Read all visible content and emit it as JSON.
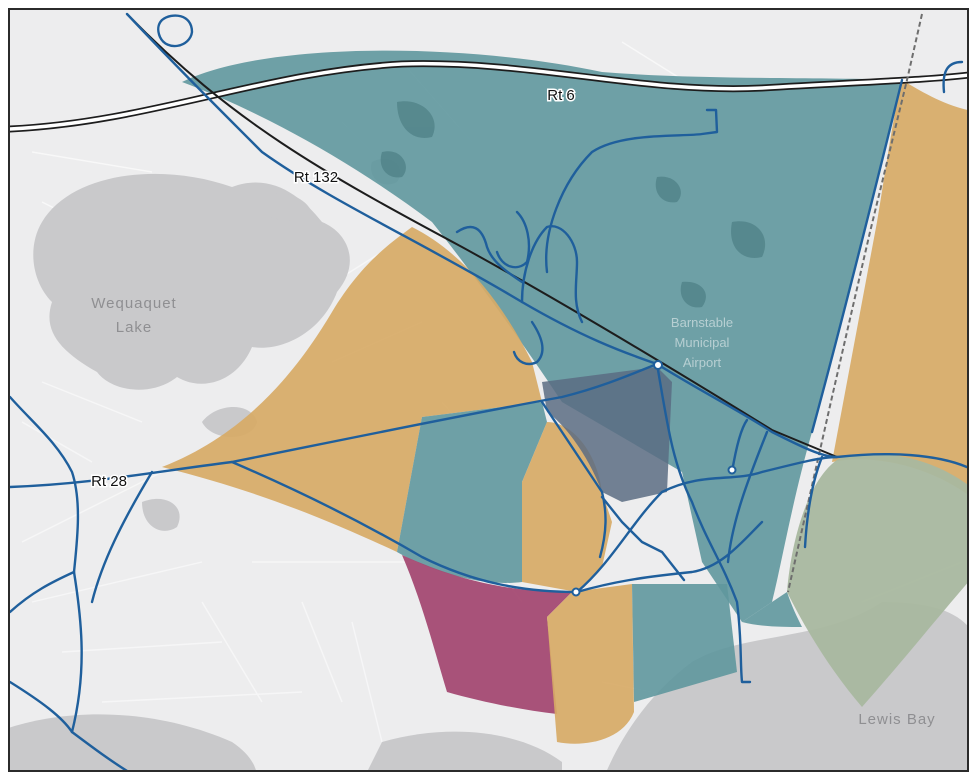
{
  "map": {
    "road_labels": {
      "rt6": "Rt 6",
      "rt132": "Rt 132",
      "rt28": "Rt 28"
    },
    "place_labels": {
      "wequaquet_line1": "Wequaquet",
      "wequaquet_line2": "Lake",
      "airport_line1": "Barnstable",
      "airport_line2": "Municipal",
      "airport_line3": "Airport",
      "lewis_bay": "Lewis Bay"
    },
    "colors": {
      "land": "#ededee",
      "water": "#c9c9cb",
      "zone_teal": "#5f979d",
      "zone_gold": "#d7aa66",
      "zone_magenta": "#a44a72",
      "zone_sage": "#a9b89f",
      "zone_slate": "#5a6c82",
      "transit_route": "#1f5f9c",
      "highway": "#1d1d1d"
    }
  }
}
